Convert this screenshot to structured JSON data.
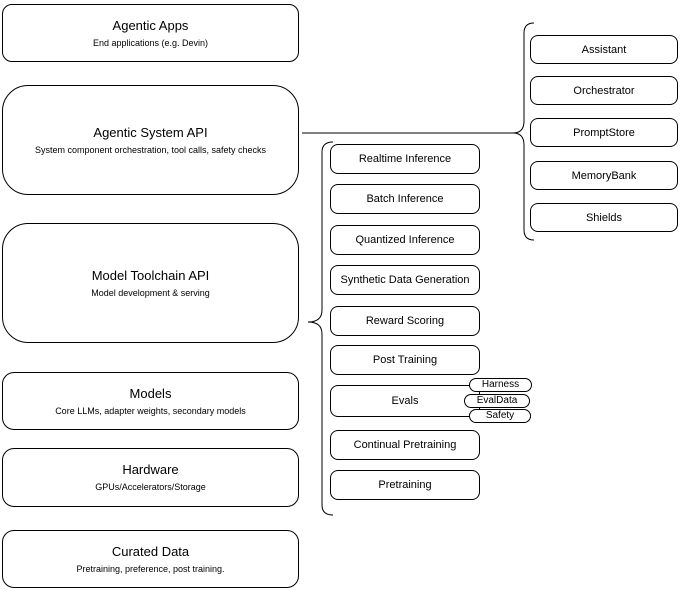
{
  "colors": {
    "stroke": "#000000",
    "box_fill": "#ffffff",
    "background": "#ffffff",
    "text": "#000000"
  },
  "left_stack": [
    {
      "title": "Agentic Apps",
      "subtitle": "End applications (e.g. Devin)"
    },
    {
      "title": "Agentic System API",
      "subtitle": "System component orchestration, tool calls, safety checks"
    },
    {
      "title": "Model Toolchain API",
      "subtitle": "Model development & serving"
    },
    {
      "title": "Models",
      "subtitle": "Core LLMs, adapter weights, secondary models"
    },
    {
      "title": "Hardware",
      "subtitle": "GPUs/Accelerators/Storage"
    },
    {
      "title": "Curated Data",
      "subtitle": "Pretraining, preference, post training."
    }
  ],
  "toolchain_items": [
    "Realtime Inference",
    "Batch Inference",
    "Quantized Inference",
    "Synthetic Data Generation",
    "Reward Scoring",
    "Post Training",
    "Evals",
    "Continual Pretraining",
    "Pretraining"
  ],
  "eval_tags": [
    "Harness",
    "EvalData",
    "Safety"
  ],
  "system_components": [
    "Assistant",
    "Orchestrator",
    "PromptStore",
    "MemoryBank",
    "Shields"
  ]
}
